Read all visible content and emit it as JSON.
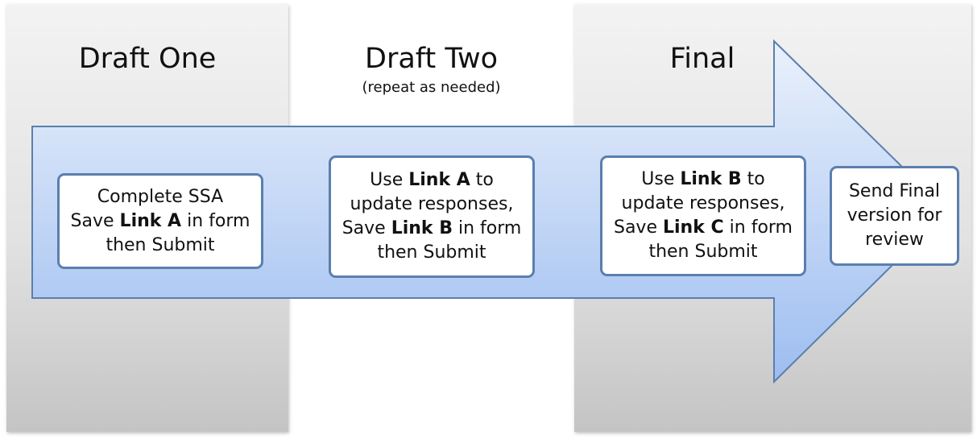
{
  "columns": [
    {
      "title": "Draft One",
      "subtitle": ""
    },
    {
      "title": "Draft Two",
      "subtitle": "(repeat as needed)"
    },
    {
      "title": "Final",
      "subtitle": ""
    }
  ],
  "steps": [
    {
      "lines": [
        [
          {
            "t": "Complete SSA",
            "b": false
          }
        ],
        [
          {
            "t": "Save ",
            "b": false
          },
          {
            "t": "Link A",
            "b": true
          },
          {
            "t": " in form",
            "b": false
          }
        ],
        [
          {
            "t": "then Submit",
            "b": false
          }
        ]
      ]
    },
    {
      "lines": [
        [
          {
            "t": "Use ",
            "b": false
          },
          {
            "t": "Link A",
            "b": true
          },
          {
            "t": " to",
            "b": false
          }
        ],
        [
          {
            "t": "update responses,",
            "b": false
          }
        ],
        [
          {
            "t": "Save ",
            "b": false
          },
          {
            "t": "Link B",
            "b": true
          },
          {
            "t": " in form",
            "b": false
          }
        ],
        [
          {
            "t": "then Submit",
            "b": false
          }
        ]
      ]
    },
    {
      "lines": [
        [
          {
            "t": "Use ",
            "b": false
          },
          {
            "t": "Link B",
            "b": true
          },
          {
            "t": " to",
            "b": false
          }
        ],
        [
          {
            "t": "update responses,",
            "b": false
          }
        ],
        [
          {
            "t": "Save ",
            "b": false
          },
          {
            "t": "Link C",
            "b": true
          },
          {
            "t": " in form",
            "b": false
          }
        ],
        [
          {
            "t": "then Submit",
            "b": false
          }
        ]
      ]
    },
    {
      "lines": [
        [
          {
            "t": "Send Final",
            "b": false
          }
        ],
        [
          {
            "t": "version for",
            "b": false
          }
        ],
        [
          {
            "t": "review",
            "b": false
          }
        ]
      ]
    }
  ],
  "colors": {
    "arrow_top": "#eaf1fc",
    "arrow_bottom": "#9dbdf0",
    "arrow_stroke": "#5a7fae",
    "box_border": "#5a7fae"
  }
}
